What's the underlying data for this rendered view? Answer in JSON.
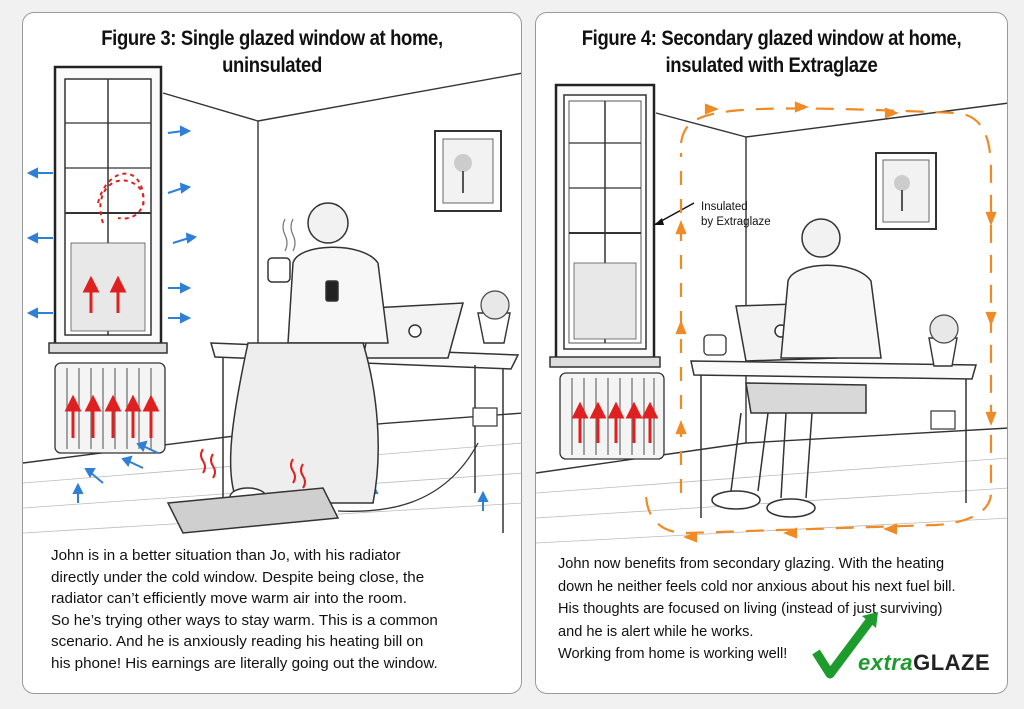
{
  "figure3": {
    "title": "Figure 3: Single glazed window at home, uninsulated",
    "caption": [
      "John is in a better situation than Jo, with his radiator",
      "directly under the cold window. Despite being close, the",
      "radiator can’t efficiently move warm air into the room.",
      "So he’s trying other ways to stay warm. This is a common",
      "scenario. And he is anxiously reading his heating bill on",
      "his phone! His earnings are literally going out the window."
    ]
  },
  "figure4": {
    "title_line1": "Figure 4: Secondary glazed window at home,",
    "title_line2": "insulated with Extraglaze",
    "annotation_line1": "Insulated",
    "annotation_line2": "by Extraglaze",
    "caption": [
      "John now benefits from secondary glazing. With the heating",
      "down he neither feels cold nor anxious about his next fuel bill.",
      "His thoughts are focused on living (instead of just surviving)",
      "and he is alert while he works.",
      "Working from home is working well!"
    ]
  },
  "logo": {
    "part1": "extra",
    "part2": "GLAZE",
    "check_color": "#1d9b2c"
  },
  "colors": {
    "cold_arrow": "#2f7fd6",
    "warm_arrow": "#e02020",
    "heat_flow": "#f08a24"
  }
}
